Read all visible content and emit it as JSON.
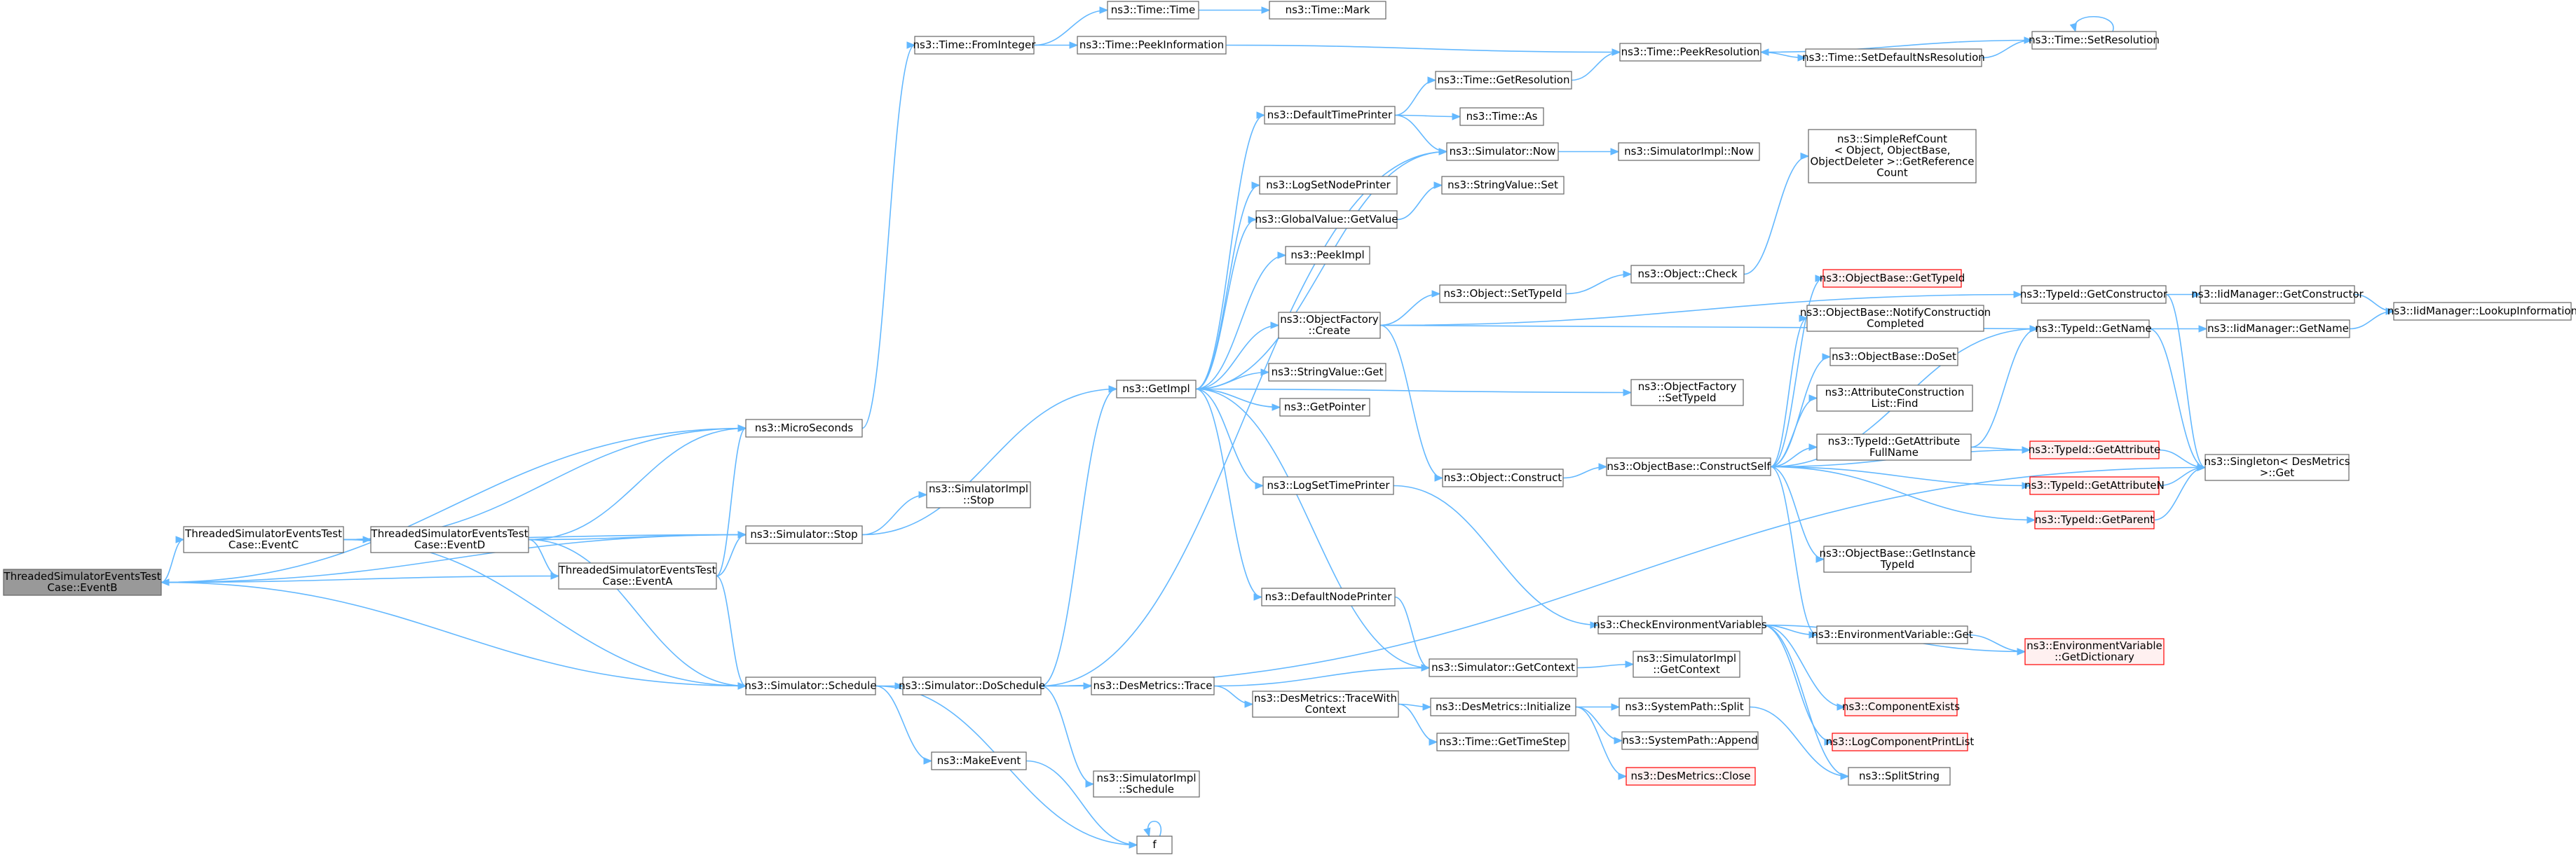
{
  "colors": {
    "edge": "#63B8FF",
    "node_border": "#666666",
    "node_fill": "#ffffff",
    "root_fill": "#999999",
    "root_border": "#666666",
    "missing_border": "#FF0000",
    "missing_fill": "#FFF0F0",
    "text": "#000000"
  },
  "nodes": [
    {
      "id": "root",
      "lines": [
        "ThreadedSimulatorEventsTest",
        "Case::EventB"
      ],
      "kind": "root"
    },
    {
      "id": "eventC",
      "lines": [
        "ThreadedSimulatorEventsTest",
        "Case::EventC"
      ],
      "kind": "normal"
    },
    {
      "id": "eventD",
      "lines": [
        "ThreadedSimulatorEventsTest",
        "Case::EventD"
      ],
      "kind": "normal"
    },
    {
      "id": "eventA",
      "lines": [
        "ThreadedSimulatorEventsTest",
        "Case::EventA"
      ],
      "kind": "normal"
    },
    {
      "id": "micro",
      "lines": [
        "ns3::MicroSeconds"
      ],
      "kind": "normal"
    },
    {
      "id": "stop",
      "lines": [
        "ns3::Simulator::Stop"
      ],
      "kind": "normal"
    },
    {
      "id": "schedule",
      "lines": [
        "ns3::Simulator::Schedule"
      ],
      "kind": "normal"
    },
    {
      "id": "fromInt",
      "lines": [
        "ns3::Time::FromInteger"
      ],
      "kind": "normal"
    },
    {
      "id": "simImplStop",
      "lines": [
        "ns3::SimulatorImpl",
        "::Stop"
      ],
      "kind": "normal"
    },
    {
      "id": "doSchedule",
      "lines": [
        "ns3::Simulator::DoSchedule"
      ],
      "kind": "normal"
    },
    {
      "id": "makeEvent",
      "lines": [
        "ns3::MakeEvent"
      ],
      "kind": "normal"
    },
    {
      "id": "f",
      "lines": [
        "f"
      ],
      "kind": "normal"
    },
    {
      "id": "timeTime",
      "lines": [
        "ns3::Time::Time"
      ],
      "kind": "normal"
    },
    {
      "id": "peekInfo",
      "lines": [
        "ns3::Time::PeekInformation"
      ],
      "kind": "normal"
    },
    {
      "id": "timeMark",
      "lines": [
        "ns3::Time::Mark"
      ],
      "kind": "normal"
    },
    {
      "id": "getImpl",
      "lines": [
        "ns3::GetImpl"
      ],
      "kind": "normal"
    },
    {
      "id": "desTrace",
      "lines": [
        "ns3::DesMetrics::Trace"
      ],
      "kind": "normal"
    },
    {
      "id": "desTraceCtx",
      "lines": [
        "ns3::DesMetrics::TraceWith",
        "Context"
      ],
      "kind": "normal"
    },
    {
      "id": "simImplSched",
      "lines": [
        "ns3::SimulatorImpl",
        "::Schedule"
      ],
      "kind": "normal"
    },
    {
      "id": "defTimePrinter",
      "lines": [
        "ns3::DefaultTimePrinter"
      ],
      "kind": "normal"
    },
    {
      "id": "logSetNode",
      "lines": [
        "ns3::LogSetNodePrinter"
      ],
      "kind": "normal"
    },
    {
      "id": "gvGetValue",
      "lines": [
        "ns3::GlobalValue::GetValue"
      ],
      "kind": "normal"
    },
    {
      "id": "peekImpl",
      "lines": [
        "ns3::PeekImpl"
      ],
      "kind": "normal"
    },
    {
      "id": "ofCreate",
      "lines": [
        "ns3::ObjectFactory",
        "::Create"
      ],
      "kind": "normal"
    },
    {
      "id": "svGet",
      "lines": [
        "ns3::StringValue::Get"
      ],
      "kind": "normal"
    },
    {
      "id": "getPointer",
      "lines": [
        "ns3::GetPointer"
      ],
      "kind": "normal"
    },
    {
      "id": "logSetTime",
      "lines": [
        "ns3::LogSetTimePrinter"
      ],
      "kind": "normal"
    },
    {
      "id": "defNodePrinter",
      "lines": [
        "ns3::DefaultNodePrinter"
      ],
      "kind": "normal"
    },
    {
      "id": "simGetCtx",
      "lines": [
        "ns3::Simulator::GetContext"
      ],
      "kind": "normal"
    },
    {
      "id": "desInit",
      "lines": [
        "ns3::DesMetrics::Initialize"
      ],
      "kind": "normal"
    },
    {
      "id": "timeStep",
      "lines": [
        "ns3::Time::GetTimeStep"
      ],
      "kind": "normal"
    },
    {
      "id": "getRes",
      "lines": [
        "ns3::Time::GetResolution"
      ],
      "kind": "normal"
    },
    {
      "id": "timeAs",
      "lines": [
        "ns3::Time::As"
      ],
      "kind": "normal"
    },
    {
      "id": "simNow",
      "lines": [
        "ns3::Simulator::Now"
      ],
      "kind": "normal"
    },
    {
      "id": "svSet",
      "lines": [
        "ns3::StringValue::Set"
      ],
      "kind": "normal"
    },
    {
      "id": "objSetTypeId",
      "lines": [
        "ns3::Object::SetTypeId"
      ],
      "kind": "normal"
    },
    {
      "id": "objConstruct",
      "lines": [
        "ns3::Object::Construct"
      ],
      "kind": "normal"
    },
    {
      "id": "peekRes",
      "lines": [
        "ns3::Time::PeekResolution"
      ],
      "kind": "normal"
    },
    {
      "id": "simImplNow",
      "lines": [
        "ns3::SimulatorImpl::Now"
      ],
      "kind": "normal"
    },
    {
      "id": "objCheck",
      "lines": [
        "ns3::Object::Check"
      ],
      "kind": "normal"
    },
    {
      "id": "ofSetTypeId",
      "lines": [
        "ns3::ObjectFactory",
        "::SetTypeId"
      ],
      "kind": "normal"
    },
    {
      "id": "constructSelf",
      "lines": [
        "ns3::ObjectBase::ConstructSelf"
      ],
      "kind": "normal"
    },
    {
      "id": "checkEnv",
      "lines": [
        "ns3::CheckEnvironmentVariables"
      ],
      "kind": "normal"
    },
    {
      "id": "simImplGetCtx",
      "lines": [
        "ns3::SimulatorImpl",
        "::GetContext"
      ],
      "kind": "normal"
    },
    {
      "id": "spSplit",
      "lines": [
        "ns3::SystemPath::Split"
      ],
      "kind": "normal"
    },
    {
      "id": "spAppend",
      "lines": [
        "ns3::SystemPath::Append"
      ],
      "kind": "normal"
    },
    {
      "id": "desClose",
      "lines": [
        "ns3::DesMetrics::Close"
      ],
      "kind": "missing"
    },
    {
      "id": "setDefNsRes",
      "lines": [
        "ns3::Time::SetDefaultNsResolution"
      ],
      "kind": "normal"
    },
    {
      "id": "simpleRef",
      "lines": [
        "ns3::SimpleRefCount",
        "< Object, ObjectBase,",
        "ObjectDeleter >::GetReference",
        "Count"
      ],
      "kind": "normal"
    },
    {
      "id": "obGetTypeId",
      "lines": [
        "ns3::ObjectBase::GetTypeId"
      ],
      "kind": "missing"
    },
    {
      "id": "obNotify",
      "lines": [
        "ns3::ObjectBase::NotifyConstruction",
        "Completed"
      ],
      "kind": "normal"
    },
    {
      "id": "obDoSet",
      "lines": [
        "ns3::ObjectBase::DoSet"
      ],
      "kind": "normal"
    },
    {
      "id": "attrFind",
      "lines": [
        "ns3::AttributeConstruction",
        "List::Find"
      ],
      "kind": "normal"
    },
    {
      "id": "tidGetAttrFull",
      "lines": [
        "ns3::TypeId::GetAttribute",
        "FullName"
      ],
      "kind": "normal"
    },
    {
      "id": "obGetInstance",
      "lines": [
        "ns3::ObjectBase::GetInstance",
        "TypeId"
      ],
      "kind": "normal"
    },
    {
      "id": "envGet",
      "lines": [
        "ns3::EnvironmentVariable::Get"
      ],
      "kind": "normal"
    },
    {
      "id": "compExists",
      "lines": [
        "ns3::ComponentExists"
      ],
      "kind": "missing"
    },
    {
      "id": "logCompPrint",
      "lines": [
        "ns3::LogComponentPrintList"
      ],
      "kind": "missing"
    },
    {
      "id": "splitString",
      "lines": [
        "ns3::SplitString"
      ],
      "kind": "normal"
    },
    {
      "id": "setRes",
      "lines": [
        "ns3::Time::SetResolution"
      ],
      "kind": "normal"
    },
    {
      "id": "tidGetCtor",
      "lines": [
        "ns3::TypeId::GetConstructor"
      ],
      "kind": "normal"
    },
    {
      "id": "tidGetName",
      "lines": [
        "ns3::TypeId::GetName"
      ],
      "kind": "normal"
    },
    {
      "id": "tidGetAttr",
      "lines": [
        "ns3::TypeId::GetAttribute"
      ],
      "kind": "missing"
    },
    {
      "id": "tidGetAttrN",
      "lines": [
        "ns3::TypeId::GetAttributeN"
      ],
      "kind": "missing"
    },
    {
      "id": "tidGetParent",
      "lines": [
        "ns3::TypeId::GetParent"
      ],
      "kind": "missing"
    },
    {
      "id": "envGetDict",
      "lines": [
        "ns3::EnvironmentVariable",
        "::GetDictionary"
      ],
      "kind": "missing"
    },
    {
      "id": "iidGetCtor",
      "lines": [
        "ns3::IidManager::GetConstructor"
      ],
      "kind": "normal"
    },
    {
      "id": "iidGetName",
      "lines": [
        "ns3::IidManager::GetName"
      ],
      "kind": "normal"
    },
    {
      "id": "singleton",
      "lines": [
        "ns3::Singleton< DesMetrics",
        ">::Get"
      ],
      "kind": "normal"
    },
    {
      "id": "iidLookup",
      "lines": [
        "ns3::IidManager::LookupInformation"
      ],
      "kind": "normal"
    }
  ],
  "edges": [
    [
      "root",
      "eventC"
    ],
    [
      "root",
      "micro"
    ],
    [
      "root",
      "schedule"
    ],
    [
      "root",
      "stop"
    ],
    [
      "eventC",
      "eventD"
    ],
    [
      "eventC",
      "micro"
    ],
    [
      "eventC",
      "schedule"
    ],
    [
      "eventC",
      "stop"
    ],
    [
      "eventD",
      "eventA"
    ],
    [
      "eventD",
      "micro"
    ],
    [
      "eventD",
      "schedule"
    ],
    [
      "eventD",
      "stop"
    ],
    [
      "eventA",
      "root"
    ],
    [
      "eventA",
      "micro"
    ],
    [
      "eventA",
      "schedule"
    ],
    [
      "eventA",
      "stop"
    ],
    [
      "micro",
      "fromInt"
    ],
    [
      "stop",
      "getImpl"
    ],
    [
      "stop",
      "simImplStop"
    ],
    [
      "schedule",
      "doSchedule"
    ],
    [
      "schedule",
      "f"
    ],
    [
      "schedule",
      "makeEvent"
    ],
    [
      "fromInt",
      "timeTime"
    ],
    [
      "fromInt",
      "peekInfo"
    ],
    [
      "timeTime",
      "timeMark"
    ],
    [
      "peekInfo",
      "peekRes"
    ],
    [
      "doSchedule",
      "desTrace"
    ],
    [
      "doSchedule",
      "getImpl"
    ],
    [
      "doSchedule",
      "simNow"
    ],
    [
      "doSchedule",
      "simImplSched"
    ],
    [
      "doSchedule",
      "singleton"
    ],
    [
      "makeEvent",
      "f"
    ],
    [
      "f",
      "f"
    ],
    [
      "getImpl",
      "defTimePrinter"
    ],
    [
      "getImpl",
      "logSetNode"
    ],
    [
      "getImpl",
      "gvGetValue"
    ],
    [
      "getImpl",
      "peekImpl"
    ],
    [
      "getImpl",
      "ofCreate"
    ],
    [
      "getImpl",
      "svGet"
    ],
    [
      "getImpl",
      "getPointer"
    ],
    [
      "getImpl",
      "logSetTime"
    ],
    [
      "getImpl",
      "defNodePrinter"
    ],
    [
      "getImpl",
      "simGetCtx"
    ],
    [
      "getImpl",
      "ofSetTypeId"
    ],
    [
      "getImpl",
      "simNow"
    ],
    [
      "desTrace",
      "desTraceCtx"
    ],
    [
      "desTrace",
      "simGetCtx"
    ],
    [
      "desTraceCtx",
      "desInit"
    ],
    [
      "desTraceCtx",
      "timeStep"
    ],
    [
      "defTimePrinter",
      "getRes"
    ],
    [
      "defTimePrinter",
      "timeAs"
    ],
    [
      "defTimePrinter",
      "simNow"
    ],
    [
      "gvGetValue",
      "svSet"
    ],
    [
      "ofCreate",
      "objSetTypeId"
    ],
    [
      "ofCreate",
      "objConstruct"
    ],
    [
      "ofCreate",
      "tidGetCtor"
    ],
    [
      "ofCreate",
      "tidGetName"
    ],
    [
      "logSetTime",
      "checkEnv"
    ],
    [
      "defNodePrinter",
      "simGetCtx"
    ],
    [
      "simGetCtx",
      "simImplGetCtx"
    ],
    [
      "desInit",
      "spSplit"
    ],
    [
      "desInit",
      "spAppend"
    ],
    [
      "desInit",
      "desClose"
    ],
    [
      "getRes",
      "peekRes"
    ],
    [
      "simNow",
      "simImplNow"
    ],
    [
      "objSetTypeId",
      "objCheck"
    ],
    [
      "objCheck",
      "simpleRef"
    ],
    [
      "objConstruct",
      "constructSelf"
    ],
    [
      "peekRes",
      "setDefNsRes"
    ],
    [
      "setDefNsRes",
      "setRes"
    ],
    [
      "setRes",
      "peekRes"
    ],
    [
      "setRes",
      "setRes"
    ],
    [
      "constructSelf",
      "obGetTypeId"
    ],
    [
      "constructSelf",
      "obNotify"
    ],
    [
      "constructSelf",
      "obDoSet"
    ],
    [
      "constructSelf",
      "attrFind"
    ],
    [
      "constructSelf",
      "tidGetAttrFull"
    ],
    [
      "constructSelf",
      "obGetInstance"
    ],
    [
      "constructSelf",
      "tidGetAttr"
    ],
    [
      "constructSelf",
      "tidGetAttrN"
    ],
    [
      "constructSelf",
      "tidGetParent"
    ],
    [
      "constructSelf",
      "tidGetName"
    ],
    [
      "constructSelf",
      "envGet"
    ],
    [
      "checkEnv",
      "envGet"
    ],
    [
      "checkEnv",
      "compExists"
    ],
    [
      "checkEnv",
      "logCompPrint"
    ],
    [
      "checkEnv",
      "splitString"
    ],
    [
      "checkEnv",
      "envGetDict"
    ],
    [
      "spSplit",
      "splitString"
    ],
    [
      "tidGetAttrFull",
      "tidGetAttr"
    ],
    [
      "tidGetAttrFull",
      "tidGetName"
    ],
    [
      "tidGetCtor",
      "iidGetCtor"
    ],
    [
      "tidGetCtor",
      "singleton"
    ],
    [
      "tidGetName",
      "iidGetName"
    ],
    [
      "tidGetName",
      "singleton"
    ],
    [
      "tidGetAttr",
      "singleton"
    ],
    [
      "tidGetAttrN",
      "singleton"
    ],
    [
      "tidGetParent",
      "singleton"
    ],
    [
      "envGet",
      "envGetDict"
    ],
    [
      "iidGetCtor",
      "iidLookup"
    ],
    [
      "iidGetName",
      "iidLookup"
    ]
  ]
}
